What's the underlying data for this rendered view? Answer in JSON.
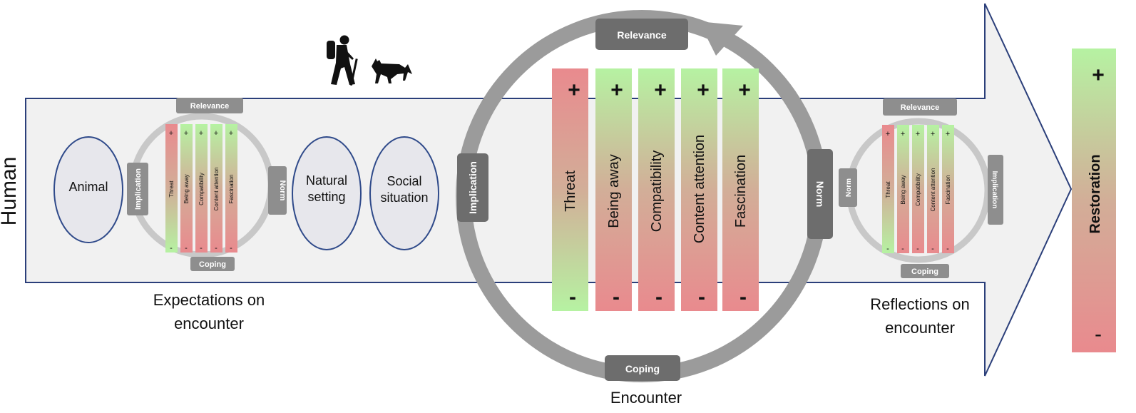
{
  "side_label": "Human",
  "restoration": {
    "label": "Restoration",
    "plus": "+",
    "minus": "-"
  },
  "people_icon": "hiker-icon",
  "animal_icon": "wolf-icon",
  "dimensions": [
    "Threat",
    "Being away",
    "Compatibility",
    "Content attention",
    "Fascination"
  ],
  "signs": {
    "plus": "+",
    "minus": "-"
  },
  "appraisal": {
    "relevance": "Relevance",
    "implication": "Implication",
    "norm": "Norm",
    "coping": "Coping"
  },
  "expectations": {
    "ellipses": [
      "Animal",
      "Natural setting",
      "Social situation"
    ],
    "caption": "Expectations on encounter"
  },
  "encounter": {
    "caption": "Encounter"
  },
  "reflections": {
    "caption": "Reflections on encounter"
  },
  "colors": {
    "green": "#b6f2a2",
    "red": "#e98a8e",
    "arrow_fill": "#f1f1f1",
    "arrow_stroke": "#2b3f7a",
    "ellipse_fill": "#e7e7ec",
    "ellipse_stroke": "#2f4a8a",
    "ring": "#9b9b9b"
  }
}
